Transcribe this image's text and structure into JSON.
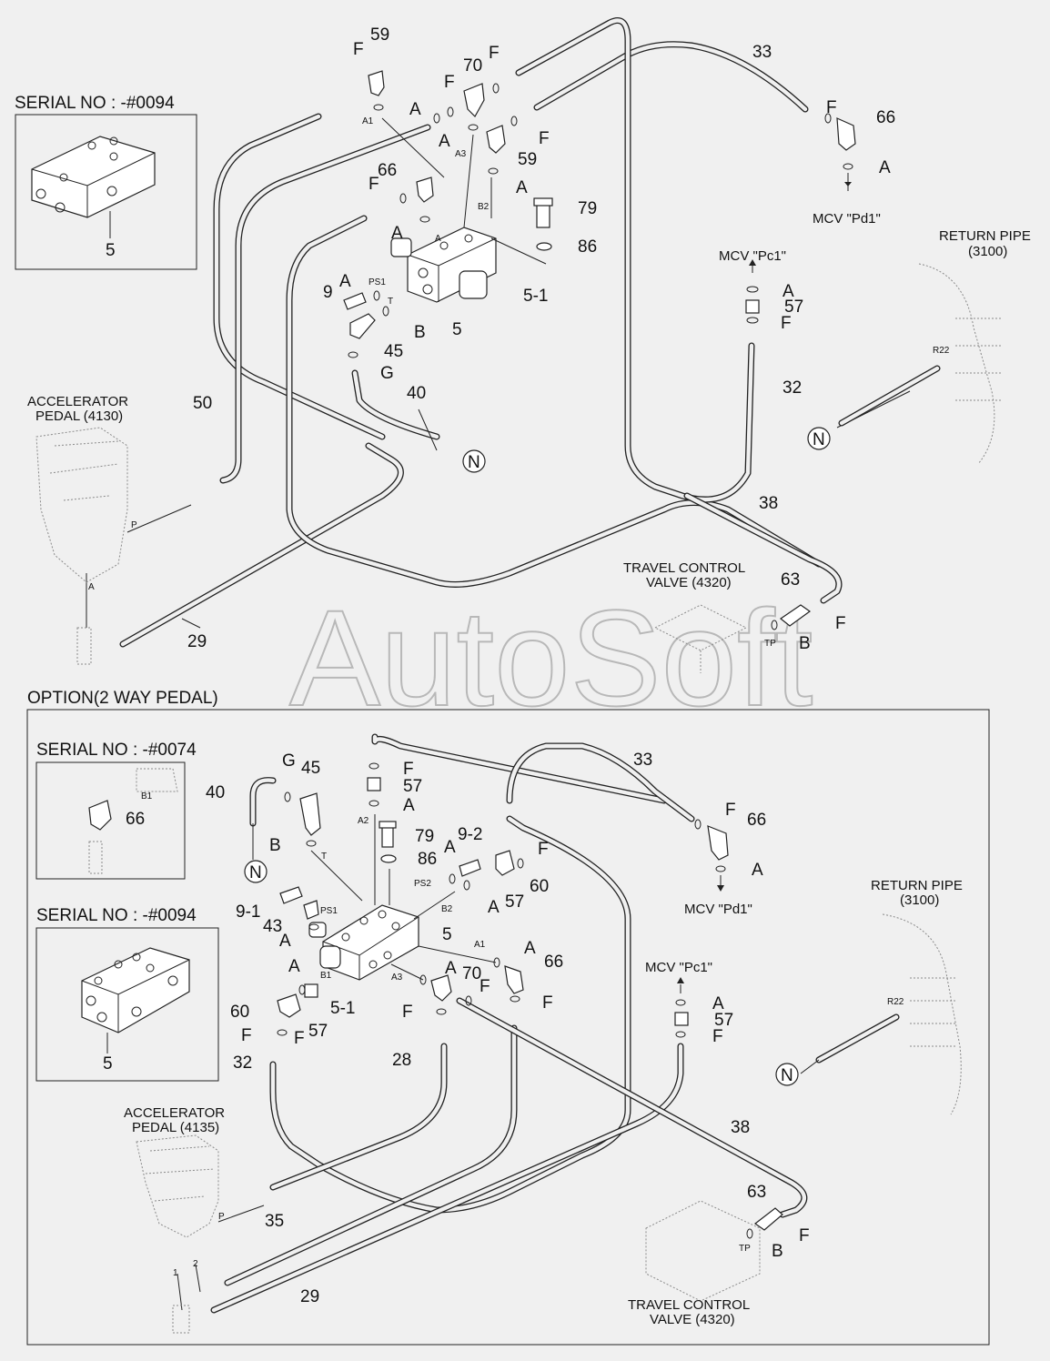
{
  "watermark": "AutoSoft",
  "top": {
    "serial_box_title": "SERIAL NO : -#0094",
    "serial_box_part": "5",
    "accelerator": [
      "ACCELERATOR",
      "PEDAL (4130)"
    ],
    "travel_valve": [
      "TRAVEL CONTROL",
      "VALVE (4320)"
    ],
    "return_pipe": [
      "RETURN PIPE",
      "(3100)"
    ],
    "mcv_pd1": "MCV \"Pd1\"",
    "mcv_pc1": "MCV \"Pc1\"",
    "port_labels": [
      "A1",
      "A3",
      "B2",
      "PS1",
      "T",
      "R22",
      "TP",
      "P",
      "A"
    ],
    "part_numbers": [
      "59",
      "70",
      "33",
      "66",
      "59",
      "66",
      "79",
      "86",
      "5-1",
      "5",
      "9",
      "45",
      "40",
      "50",
      "57",
      "32",
      "38",
      "63",
      "29"
    ],
    "letter_labels": [
      "F",
      "A",
      "F",
      "A",
      "F",
      "F",
      "A",
      "F",
      "A",
      "A",
      "F",
      "A",
      "B",
      "G",
      "A",
      "F",
      "B",
      "F",
      "A"
    ],
    "connector_n": "N"
  },
  "option": {
    "title": "OPTION(2 WAY PEDAL)",
    "serial_box_1_title": "SERIAL NO : -#0074",
    "serial_box_1_part": "66",
    "serial_box_1_port": "B1",
    "serial_box_2_title": "SERIAL NO : -#0094",
    "serial_box_2_part": "5",
    "accelerator": [
      "ACCELERATOR",
      "PEDAL (4135)"
    ],
    "travel_valve": [
      "TRAVEL CONTROL",
      "VALVE (4320)"
    ],
    "return_pipe": [
      "RETURN PIPE",
      "(3100)"
    ],
    "mcv_pd1": "MCV  \"Pd1\"",
    "mcv_pc1": "MCV  \"Pc1\"",
    "port_labels": [
      "A2",
      "T",
      "PS2",
      "B2",
      "PS1",
      "A1",
      "A3",
      "B1",
      "R22",
      "TP",
      "P",
      "1",
      "2"
    ],
    "part_numbers": [
      "40",
      "45",
      "57",
      "79",
      "9-2",
      "86",
      "60",
      "57",
      "33",
      "66",
      "9-1",
      "43",
      "5",
      "66",
      "70",
      "5-1",
      "60",
      "57",
      "28",
      "32",
      "35",
      "29",
      "38",
      "63",
      "57"
    ],
    "letter_labels": [
      "G",
      "F",
      "A",
      "B",
      "A",
      "F",
      "A",
      "A",
      "A",
      "A",
      "F",
      "A",
      "F",
      "F",
      "F",
      "F",
      "A",
      "F",
      "F",
      "A",
      "B",
      "F",
      "A",
      "F"
    ],
    "connector_n": "N"
  }
}
